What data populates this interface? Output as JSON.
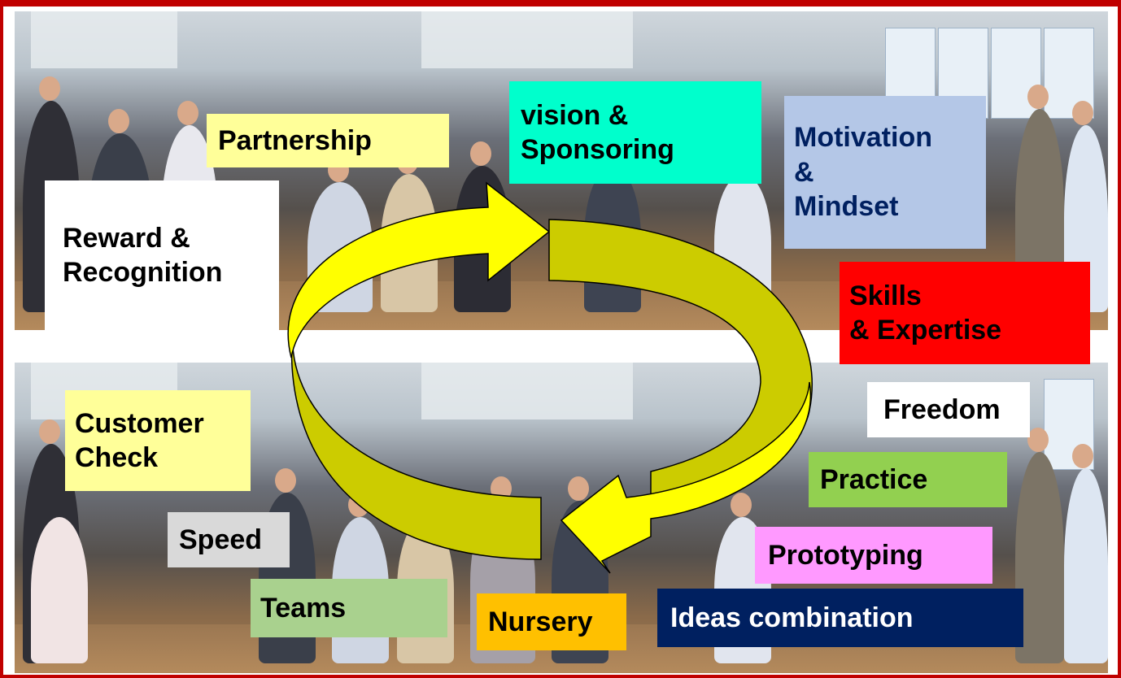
{
  "labels": {
    "partnership": "Partnership",
    "vision": "vision &\nSponsoring",
    "motivation": "Motivation\n &\nMindset",
    "reward": "Reward &\nRecognition",
    "skills": "Skills\n& Expertise",
    "customer": "Customer\nCheck",
    "freedom": "Freedom",
    "practice": "Practice",
    "speed": "Speed",
    "prototyping": "Prototyping",
    "teams": "Teams",
    "nursery": "Nursery",
    "ideas": "Ideas combination"
  },
  "colors": {
    "frame": "#c00000",
    "arrow_fill": "#ffff00",
    "arrow_shade": "#cccc00",
    "partnership": "#ffff99",
    "vision": "#00ffcc",
    "motivation": "#b4c7e7",
    "motivation_text": "#002060",
    "reward": "#ffffff",
    "skills": "#ff0000",
    "customer": "#ffff99",
    "freedom": "#ffffff",
    "practice": "#92d050",
    "speed": "#d9d9d9",
    "prototyping": "#ff99ff",
    "teams": "#a9d18e",
    "nursery": "#ffc000",
    "ideas": "#002060"
  }
}
